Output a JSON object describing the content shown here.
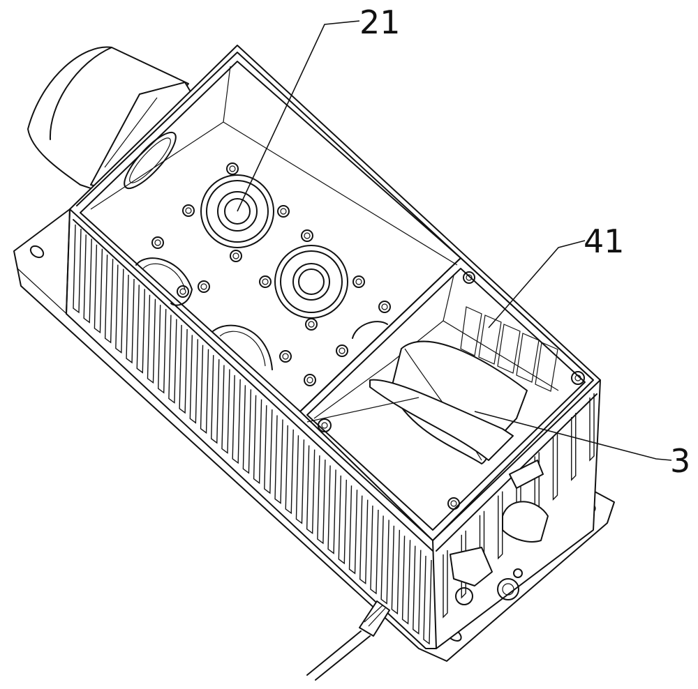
{
  "labels": {
    "ref_21": "21",
    "ref_41": "41",
    "ref_3": "3"
  }
}
